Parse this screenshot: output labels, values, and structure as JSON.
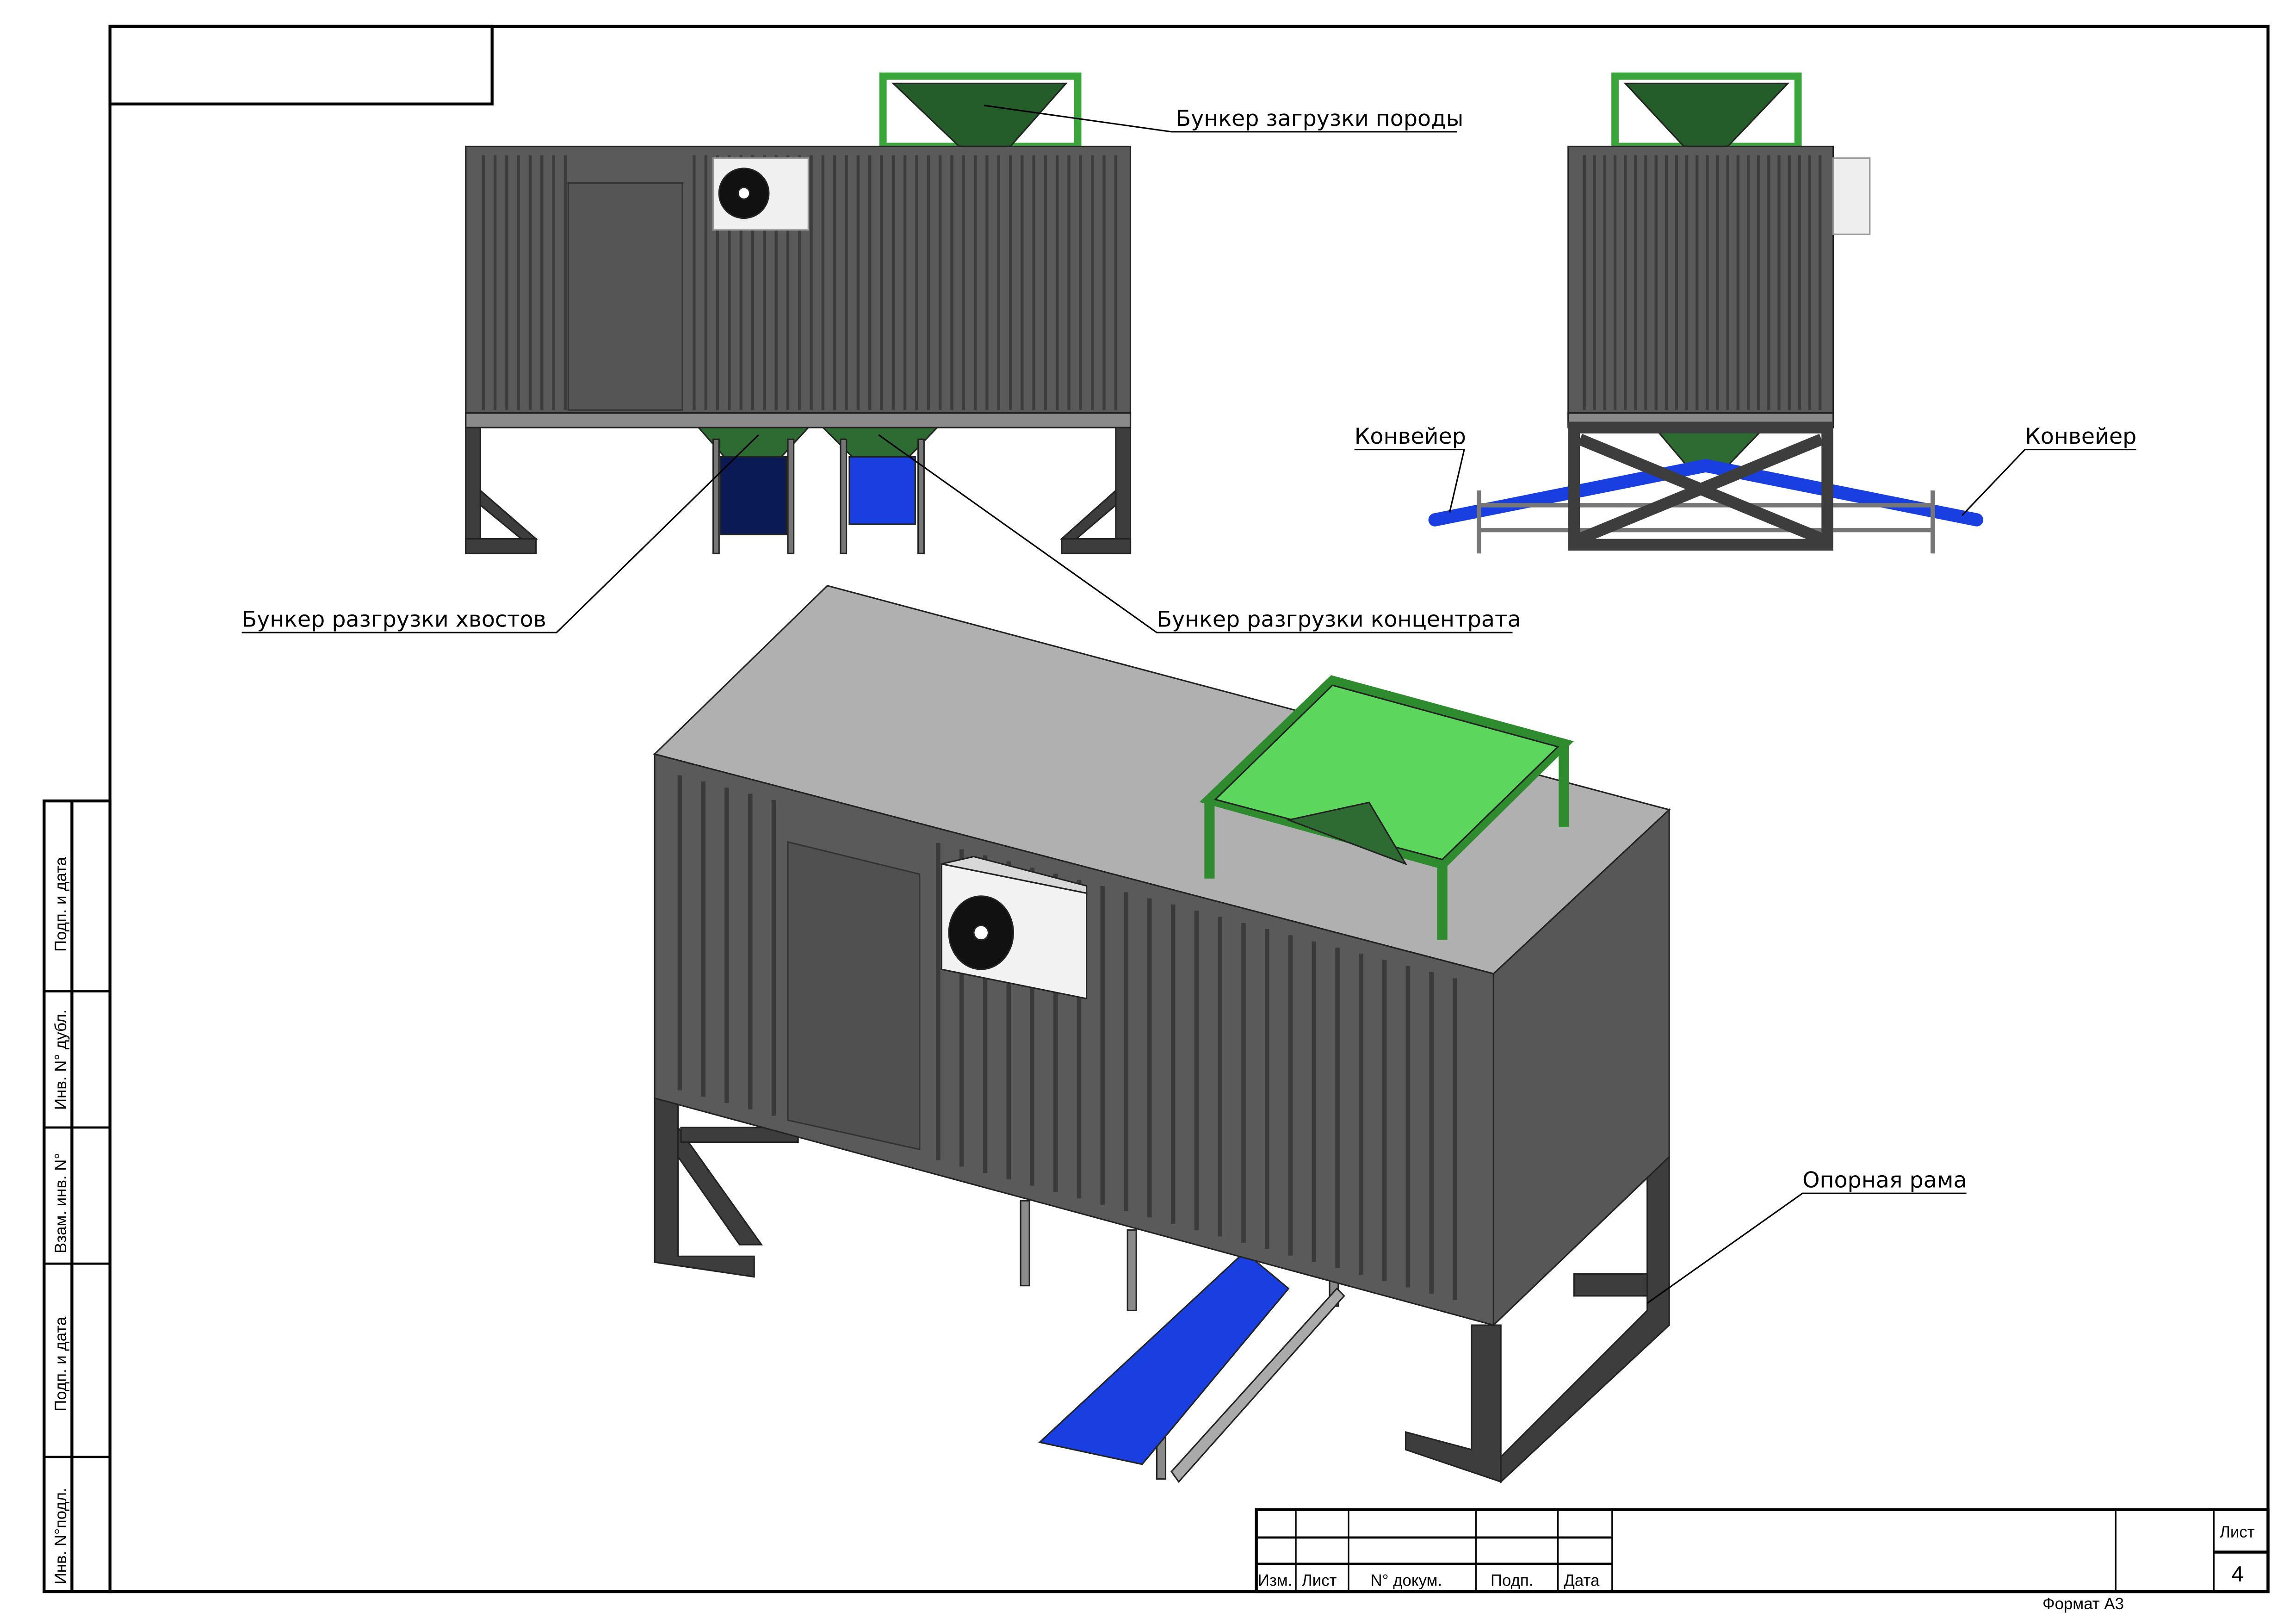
{
  "labels": {
    "loading_hopper": "Бункер загрузки породы",
    "tailings_hopper": "Бункер разгрузки хвостов",
    "concentrate_hopper": "Бункер разгрузки концентрата",
    "conveyor_left": "Конвейер",
    "conveyor_right": "Конвейер",
    "support_frame": "Опорная рама"
  },
  "side_stamp": [
    "Подп. и дата",
    "Инв. N° дубл.",
    "Взам. инв. N°",
    "Подп. и дата",
    "Инв. N°подл."
  ],
  "title_block": {
    "columns": [
      "Изм.",
      "Лист",
      "N° докум.",
      "Подп.",
      "Дата"
    ],
    "sheet_label": "Лист",
    "sheet_number": "4",
    "format": "Формат А3"
  },
  "colors": {
    "container": "#5a5a5a",
    "roof": "#b0b0b0",
    "hopper": "#2e7d32",
    "hopper_bright": "#5cd65c",
    "conveyor": "#1a3fe0"
  }
}
